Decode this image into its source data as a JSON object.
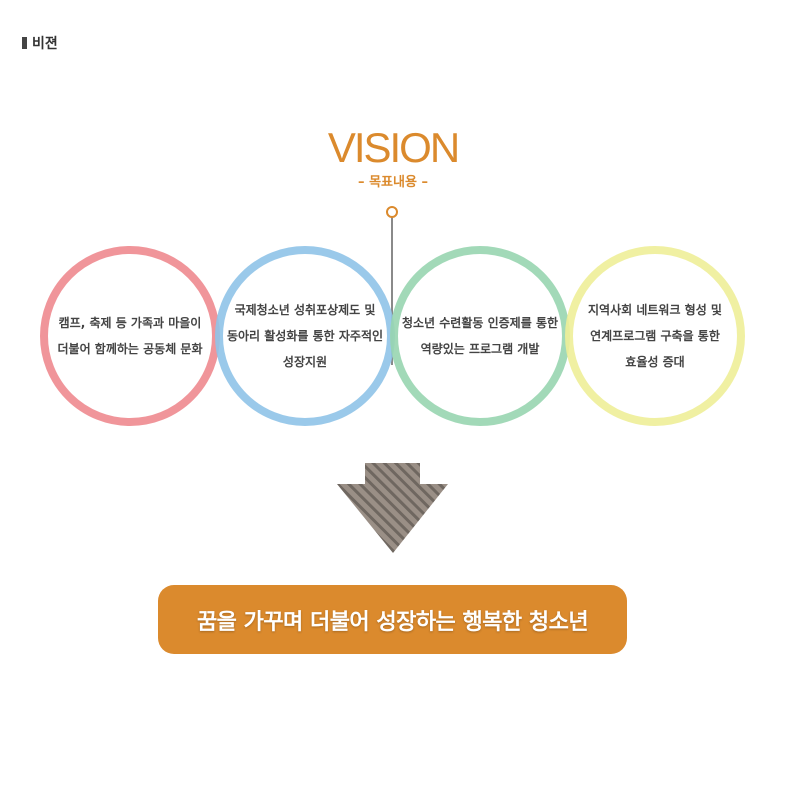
{
  "heading": {
    "label": "비젼"
  },
  "vision": {
    "title": "VISION",
    "subtitle": "– 목표내용 –"
  },
  "circles": [
    {
      "lines": [
        "캠프, 축제 등 가족과 마을이",
        "더불어 함께하는 공동체 문화"
      ],
      "color": "#ee8a8f"
    },
    {
      "lines": [
        "국제청소년 성취포상제도 및",
        "동아리 활성화를 통한 자주적인",
        "성장지원"
      ],
      "color": "#8fc3e8"
    },
    {
      "lines": [
        "청소년 수련활동 인증제를 통한",
        "역량있는 프로그램 개발"
      ],
      "color": "#98d5b0"
    },
    {
      "lines": [
        "지역사회 네트워크 형성 및",
        "연계프로그램 구축을 통한",
        "효율성 증대"
      ],
      "color": "#eeee98"
    }
  ],
  "accent_color": "#db8a2d",
  "goal": {
    "text": "꿈을 가꾸며 더불어 성장하는 행복한 청소년"
  }
}
